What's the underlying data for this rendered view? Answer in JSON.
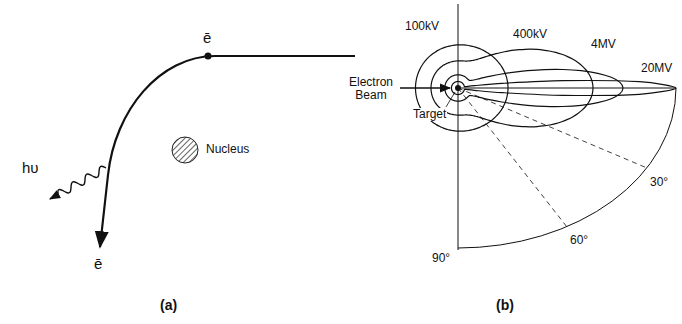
{
  "diagram": {
    "labels": [
      "ē",
      "hυ",
      "Nucleus",
      "ē",
      "(a)",
      "100kV",
      "400kV",
      "4MV",
      "20MV",
      "Electron Beam",
      "Target",
      "30°",
      "60°",
      "90°",
      "(b)"
    ]
  }
}
